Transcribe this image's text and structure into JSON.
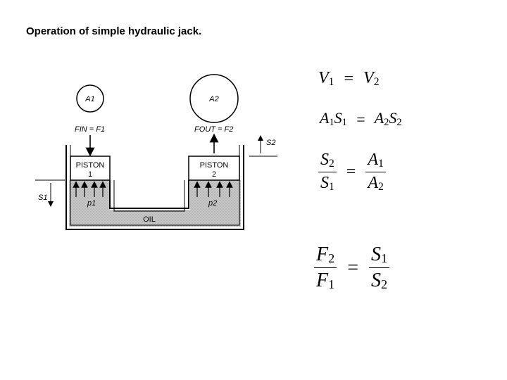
{
  "title": "Operation of simple hydraulic jack.",
  "diagram": {
    "area_left": "A1",
    "area_right": "A2",
    "force_in": "FIN = F1",
    "force_out": "FOUT = F2",
    "piston_left": [
      "PISTON",
      "1"
    ],
    "piston_right": [
      "PISTON",
      "2"
    ],
    "pressure_left": "p1",
    "pressure_right": "p2",
    "displacement_left": "S1",
    "displacement_right": "S2",
    "fluid_label": "OIL"
  },
  "equations": {
    "eq1": {
      "left": "V",
      "left_sub": "1",
      "sign": "=",
      "right": "V",
      "right_sub": "2"
    },
    "eq2": {
      "a1": "A",
      "a1_sub": "1",
      "s1": "S",
      "s1_sub": "1",
      "sign": "=",
      "a2": "A",
      "a2_sub": "2",
      "s2": "S",
      "s2_sub": "2"
    },
    "eq3": {
      "num_l": "S",
      "num_l_sub": "2",
      "den_l": "S",
      "den_l_sub": "1",
      "sign": "=",
      "num_r": "A",
      "num_r_sub": "1",
      "den_r": "A",
      "den_r_sub": "2"
    },
    "eq4": {
      "num_l": "F",
      "num_l_sub": "2",
      "den_l": "F",
      "den_l_sub": "1",
      "sign": "=",
      "num_r": "S",
      "num_r_sub": "1",
      "den_r": "S",
      "den_r_sub": "2"
    }
  }
}
